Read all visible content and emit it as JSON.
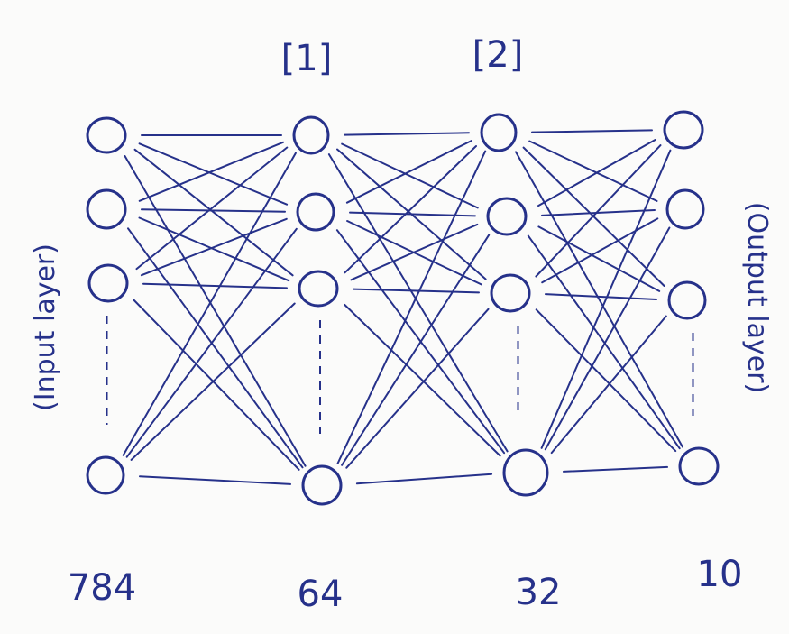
{
  "colors": {
    "ink": "#26318a",
    "paper": "#fbfbfa"
  },
  "diagram": {
    "type": "neural-network",
    "layers": [
      {
        "id": "input",
        "size": "784",
        "side_label": "(Input layer)",
        "top_label": "",
        "visible_nodes": 4,
        "ellipsis_after": 3
      },
      {
        "id": "hidden1",
        "size": "64",
        "side_label": "",
        "top_label": "[1]",
        "visible_nodes": 4,
        "ellipsis_after": 3
      },
      {
        "id": "hidden2",
        "size": "32",
        "side_label": "",
        "top_label": "[2]",
        "visible_nodes": 4,
        "ellipsis_after": 3
      },
      {
        "id": "output",
        "size": "10",
        "side_label": "(Output layer)",
        "top_label": "",
        "visible_nodes": 4,
        "ellipsis_after": 3
      }
    ],
    "connectivity": "fully-connected"
  }
}
